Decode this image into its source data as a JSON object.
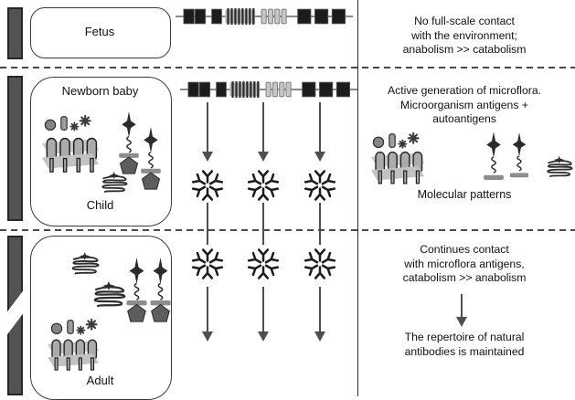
{
  "labels": {
    "fetus": "Fetus",
    "newborn": "Newborn baby",
    "child": "Child",
    "adult": "Adult",
    "molecular_patterns": "Molecular patterns"
  },
  "notes": {
    "fetus": "No full-scale contact\nwith the environment;\nanabolism >> catabolism",
    "newborn": "Active generation of microflora.\nMicroorganism antigens +\nautoantigens",
    "adult": "Continues contact\nwith microflora antigens,\ncatabolism >> anabolism",
    "adult_conclusion": "The repertoire of natural\nantibodies is maintained"
  },
  "icons": {
    "gene_locus": "immunoglobulin-gene-segments",
    "antibody_pentamer": "igm-pentamer-antibody",
    "membrane_receptors": "cell-membrane-receptors",
    "antigen_cluster": "self-antigen-shapes",
    "microbe_antigen": "microbe-antigen-star-spring-bar",
    "pentagon_antigen": "protein-antigen-pentagon",
    "scribble": "denatured-protein-scribble",
    "down_arrow": "down-arrow"
  },
  "colors": {
    "bar": "#525252",
    "bar_border": "#262626",
    "panel_outline": "#3a3a3a",
    "gene_black": "#1c1c1c",
    "gene_gray": "#c6c6c6",
    "connector": "#4f4f4f",
    "antibody": "#1c1c1c",
    "membrane_band": "#c9c9c9",
    "text": "#111111"
  }
}
